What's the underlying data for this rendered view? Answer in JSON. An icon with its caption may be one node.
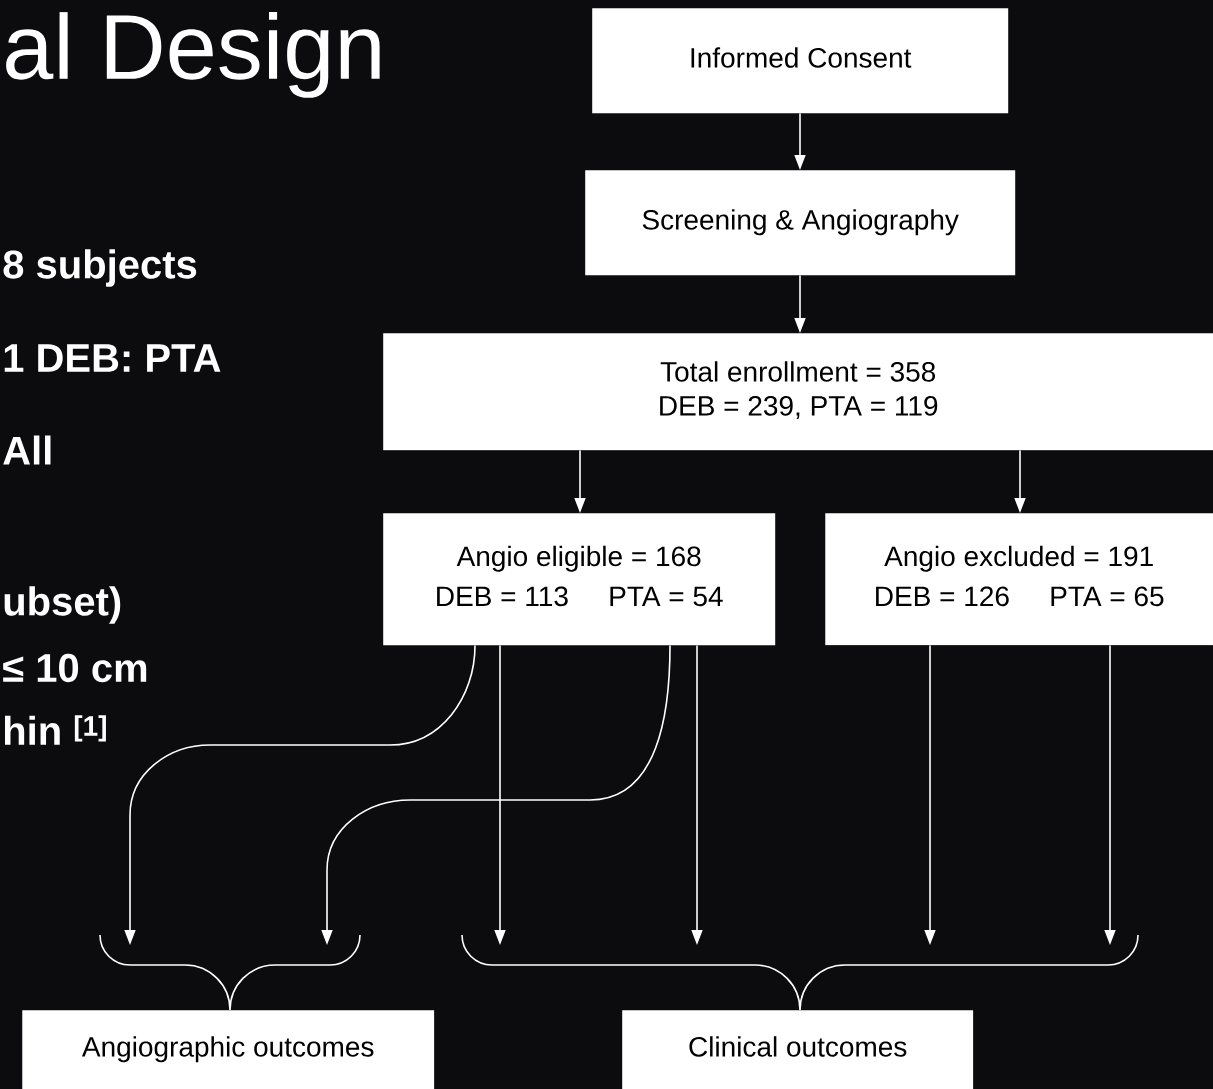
{
  "diagram": {
    "title": "al Design",
    "nodes": [
      {
        "text": [
          "Informed Consent"
        ]
      },
      {
        "text": [
          "Screening & Angiography"
        ]
      },
      {
        "text": [
          "Total enrollment = 358",
          "DEB = 239, PTA = 119"
        ]
      },
      {
        "text": [
          "Angio eligible = 168",
          "DEB = 113",
          "PTA = 54"
        ]
      },
      {
        "text": [
          "Angio excluded = 191",
          "DEB = 126",
          "PTA = 65"
        ]
      },
      {
        "text": [],
        "shape": "brace"
      },
      {
        "text": [],
        "shape": "brace"
      },
      {
        "text": [
          "Angiographic outcomes"
        ]
      },
      {
        "text": [
          "Clinical outcomes"
        ]
      }
    ],
    "edges": [
      {
        "from": 0,
        "to": 1,
        "arrow": "to"
      },
      {
        "from": 1,
        "to": 2,
        "arrow": "to"
      },
      {
        "from": 2,
        "to": 3,
        "arrow": "to"
      },
      {
        "from": 2,
        "to": 4,
        "arrow": "to"
      },
      {
        "from": 3,
        "to": 5,
        "arrow": "to"
      },
      {
        "from": 3,
        "to": 5,
        "arrow": "to"
      },
      {
        "from": 3,
        "to": 6,
        "arrow": "to"
      },
      {
        "from": 3,
        "to": 6,
        "arrow": "to"
      },
      {
        "from": 4,
        "to": 6,
        "arrow": "to"
      },
      {
        "from": 4,
        "to": 6,
        "arrow": "to"
      }
    ],
    "labels": [
      "8 subjects",
      "1 DEB: PTA",
      "All",
      "ubset)",
      "≤ 10 cm",
      "hin $^{[1]}$"
    ]
  }
}
